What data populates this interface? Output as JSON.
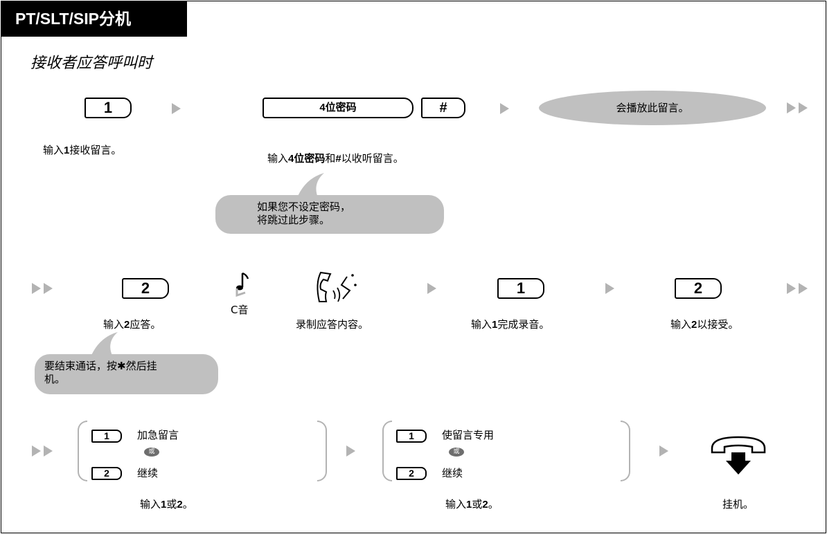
{
  "header": {
    "title": "PT/SLT/SIP分机"
  },
  "subtitle": "接收者应答呼叫时",
  "row1": {
    "key1": "1",
    "key1_label_prefix": "输入",
    "key1_label_bold": "1",
    "key1_label_suffix": "接收留言。",
    "password_key": "4位密码",
    "hash_key": "#",
    "password_label_prefix": "输入",
    "password_label_bold1": "4位密码",
    "password_label_mid": "和",
    "password_label_bold2": "#",
    "password_label_suffix": "以收听留言。",
    "playback_text": "会播放此留言。",
    "callout": "如果您不设定密码，\n将跳过此步骤。"
  },
  "row2": {
    "key2": "2",
    "key2_label_prefix": "输入",
    "key2_label_bold": "2",
    "key2_label_suffix": "应答。",
    "tone_label": "C音",
    "record_label": "录制应答内容。",
    "key1": "1",
    "key1_label_prefix": "输入",
    "key1_label_bold": "1",
    "key1_label_suffix": "完成录音。",
    "key2b": "2",
    "key2b_label_prefix": "输入",
    "key2b_label_bold": "2",
    "key2b_label_suffix": "以接受。",
    "callout_prefix": "要结束通话，按",
    "callout_star": "✱",
    "callout_suffix": "然后挂\n机。"
  },
  "row3": {
    "group1": {
      "opt1_key": "1",
      "opt1_label": "加急留言",
      "or": "或",
      "opt2_key": "2",
      "opt2_label": "继续",
      "label_prefix": "输入",
      "label_bold1": "1",
      "label_mid": "或",
      "label_bold2": "2",
      "label_suffix": "。"
    },
    "group2": {
      "opt1_key": "1",
      "opt1_label": "使留言专用",
      "or": "或",
      "opt2_key": "2",
      "opt2_label": "继续",
      "label_prefix": "输入",
      "label_bold1": "1",
      "label_mid": "或",
      "label_bold2": "2",
      "label_suffix": "。"
    },
    "hangup_label": "挂机。"
  },
  "colors": {
    "header_bg": "#000000",
    "bubble": "#c0c0c0",
    "arrow": "#b3b3b3",
    "or_dot": "#6e6e6e"
  },
  "icons": [
    "musical-note-icon",
    "handset-speaking-icon",
    "hang-up-icon"
  ]
}
